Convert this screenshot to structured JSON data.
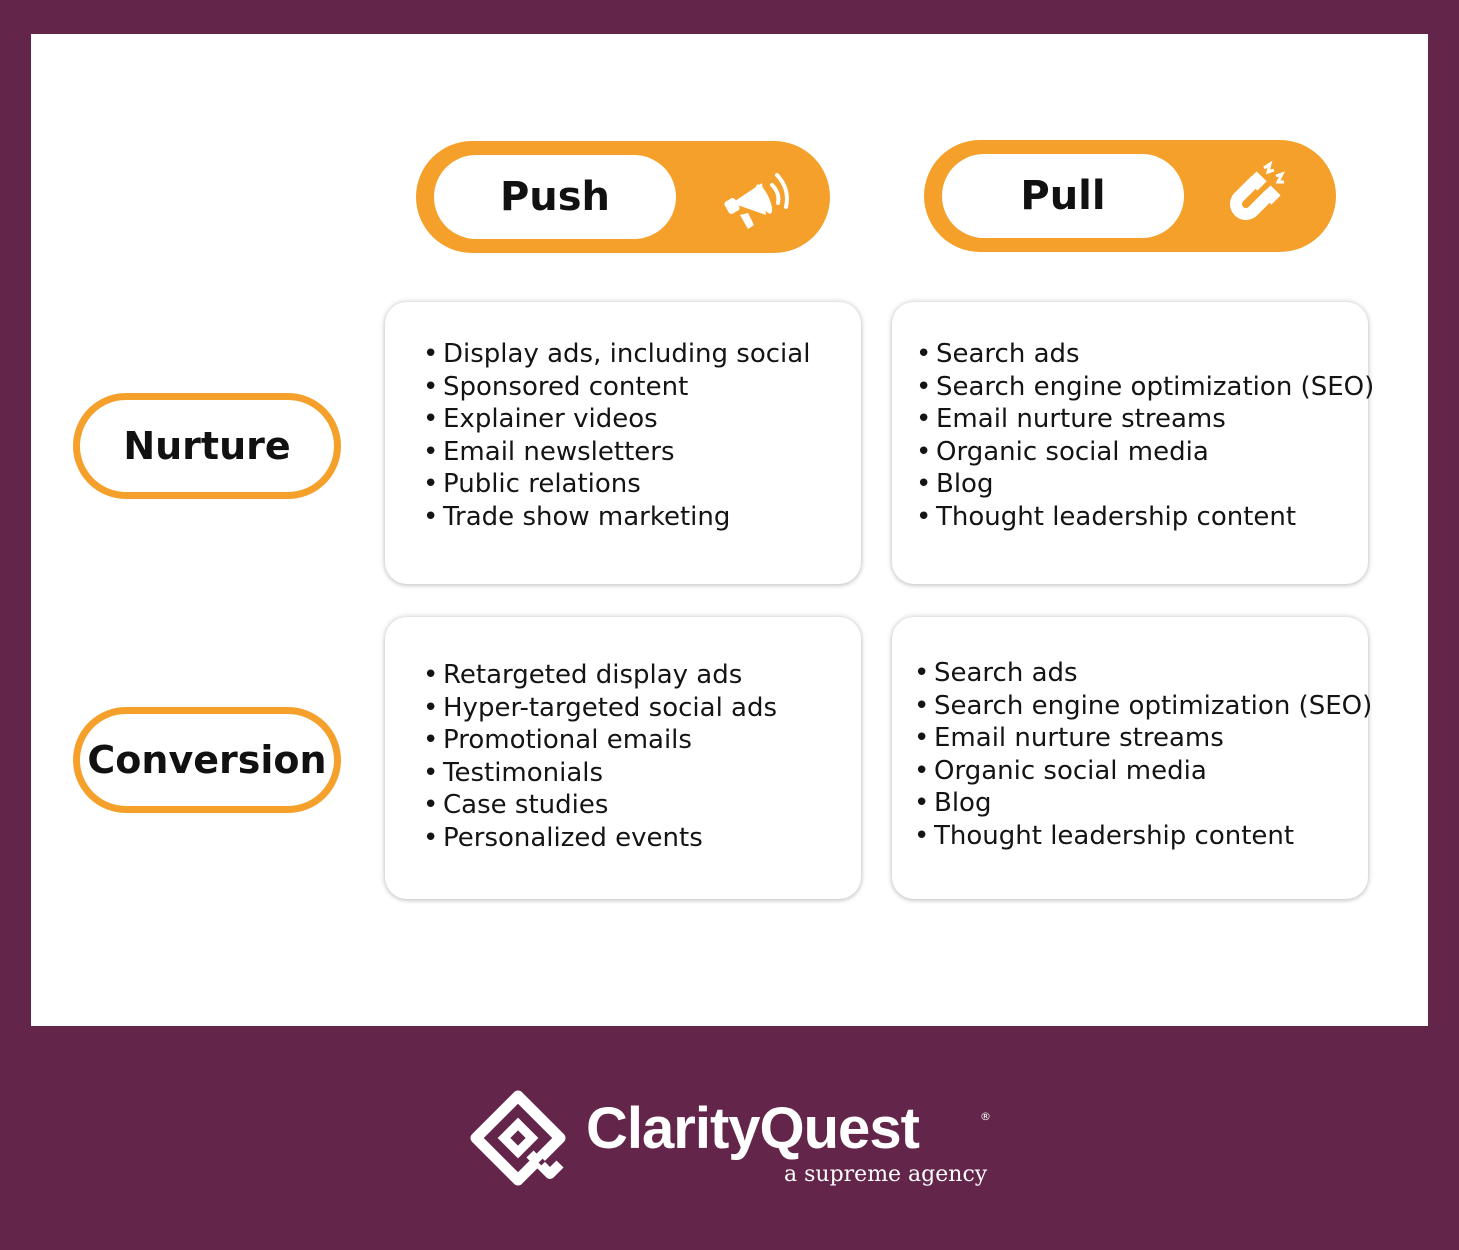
{
  "columns": [
    {
      "label": "Push",
      "icon": "megaphone-icon"
    },
    {
      "label": "Pull",
      "icon": "magnet-icon"
    }
  ],
  "rows": [
    {
      "label": "Nurture"
    },
    {
      "label": "Conversion"
    }
  ],
  "cells": {
    "nurture_push": [
      "Display ads, including social",
      "Sponsored content",
      "Explainer videos",
      "Email newsletters",
      "Public relations",
      "Trade show marketing"
    ],
    "nurture_pull": [
      "Search ads",
      "Search engine optimization (SEO)",
      "Email nurture streams",
      "Organic social media",
      "Blog",
      "Thought leadership content"
    ],
    "conversion_push": [
      "Retargeted display ads",
      "Hyper-targeted social ads",
      "Promotional emails",
      "Testimonials",
      "Case studies",
      "Personalized events"
    ],
    "conversion_pull": [
      "Search ads",
      "Search engine optimization (SEO)",
      "Email nurture streams",
      "Organic social media",
      "Blog",
      "Thought leadership content"
    ]
  },
  "footer": {
    "brand": "ClarityQuest",
    "registered_mark": "®",
    "tagline": "a supreme agency",
    "logo_icon": "clarityquest-logo-icon"
  },
  "colors": {
    "background": "#63264a",
    "panel": "#ffffff",
    "accent": "#f5a02a",
    "text": "#141414"
  }
}
